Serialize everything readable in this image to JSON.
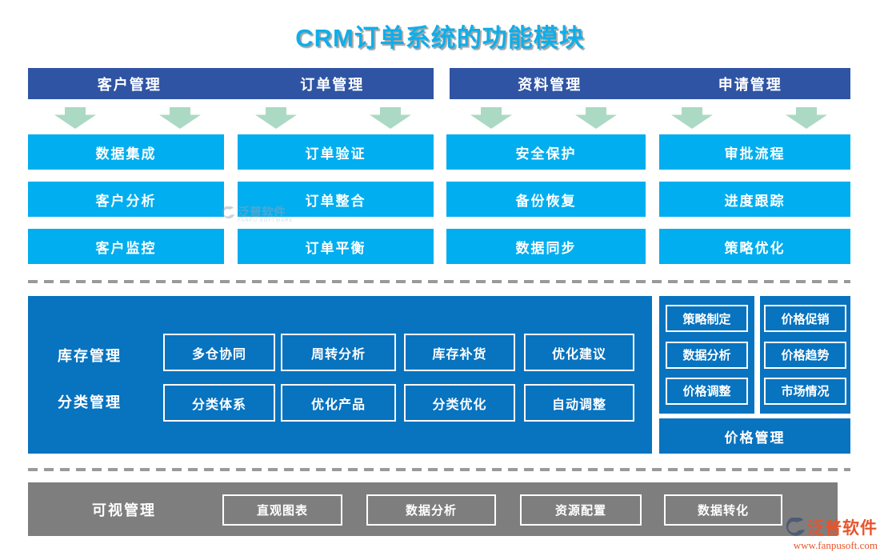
{
  "title": "CRM订单系统的功能模块",
  "columns": [
    {
      "header": "客户管理",
      "items": [
        "数据集成",
        "客户分析",
        "客户监控"
      ]
    },
    {
      "header": "订单管理",
      "items": [
        "订单验证",
        "订单整合",
        "订单平衡"
      ]
    },
    {
      "header": "资料管理",
      "items": [
        "安全保护",
        "备份恢复",
        "数据同步"
      ]
    },
    {
      "header": "申请管理",
      "items": [
        "审批流程",
        "进度跟踪",
        "策略优化"
      ]
    }
  ],
  "inventory_panel": {
    "rows": [
      {
        "label": "库存管理",
        "items": [
          "多仓协同",
          "周转分析",
          "库存补货",
          "优化建议"
        ]
      },
      {
        "label": "分类管理",
        "items": [
          "分类体系",
          "优化产品",
          "分类优化",
          "自动调整"
        ]
      }
    ]
  },
  "price_panel": {
    "left_items": [
      "策略制定",
      "数据分析",
      "价格调整"
    ],
    "right_items": [
      "价格促销",
      "价格趋势",
      "市场情况"
    ],
    "footer": "价格管理"
  },
  "visual_panel": {
    "label": "可视管理",
    "items": [
      "直观图表",
      "数据分析",
      "资源配置",
      "数据转化"
    ]
  },
  "watermark": {
    "name": "泛普软件",
    "caption": "FANPU SOFTWARE"
  },
  "logo": {
    "name": "泛普软件",
    "site": "www.fanpusoft.com"
  },
  "colors": {
    "title": "#10AEE9",
    "header_bar": "#2F54A3",
    "module_box": "#01AEEF",
    "panel_blue": "#0873BF",
    "panel_gray": "#7E7E7E",
    "arrow_green": "#ABD9C3",
    "divider_gray": "#9A9A9A",
    "logo_orange": "#E8542B"
  }
}
